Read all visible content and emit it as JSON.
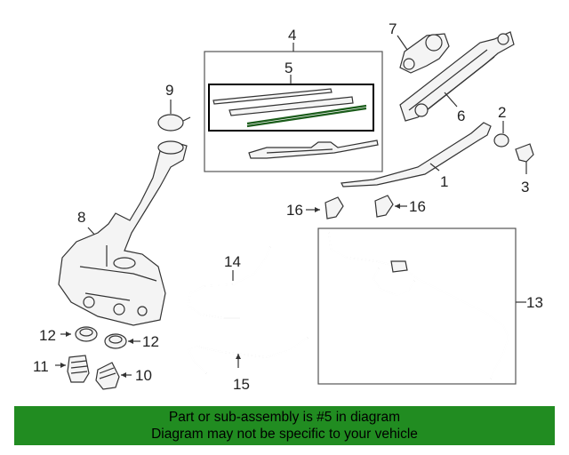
{
  "callouts": {
    "c1": "1",
    "c2": "2",
    "c3": "3",
    "c4": "4",
    "c5": "5",
    "c6": "6",
    "c7": "7",
    "c8": "8",
    "c9": "9",
    "c10": "10",
    "c11": "11",
    "c12a": "12",
    "c12b": "12",
    "c13": "13",
    "c14": "14",
    "c15": "15",
    "c16a": "16",
    "c16b": "16"
  },
  "banner": {
    "line1": "Part or sub-assembly is #5 in diagram",
    "line2": "Diagram may not be specific to your vehicle",
    "background": "#218c21"
  }
}
